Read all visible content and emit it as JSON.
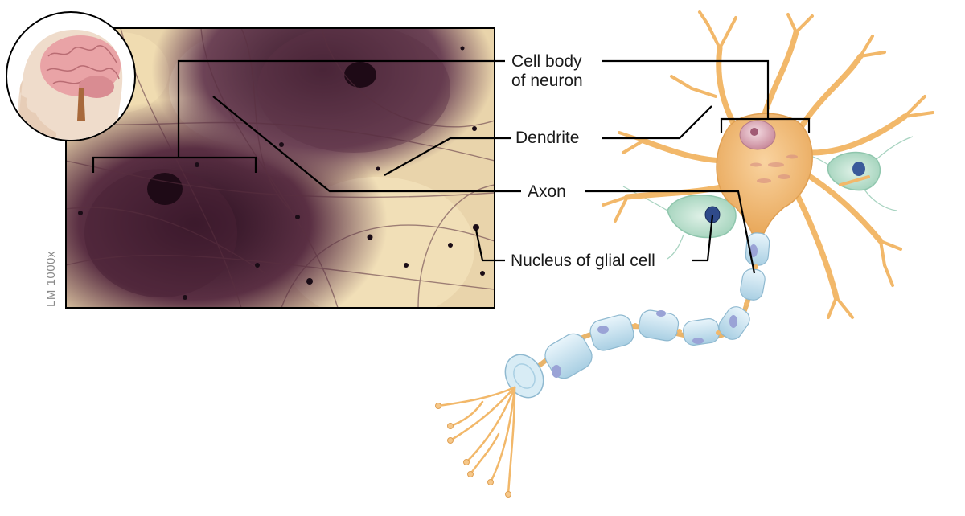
{
  "labels": {
    "cell_body_line1": "Cell body",
    "cell_body_line2": "of neuron",
    "dendrite": "Dendrite",
    "axon": "Axon",
    "nucleus_glial": "Nucleus of glial cell"
  },
  "micrograph": {
    "magnification": "LM 1000x"
  },
  "icons": [
    "brain-location-icon"
  ],
  "colors": {
    "neuron": "#f2b86a",
    "myelin": "#cfe6f2",
    "glial": "#bfe0cf",
    "micrograph_dark": "#3a1e2e",
    "leader_line": "#000000"
  }
}
